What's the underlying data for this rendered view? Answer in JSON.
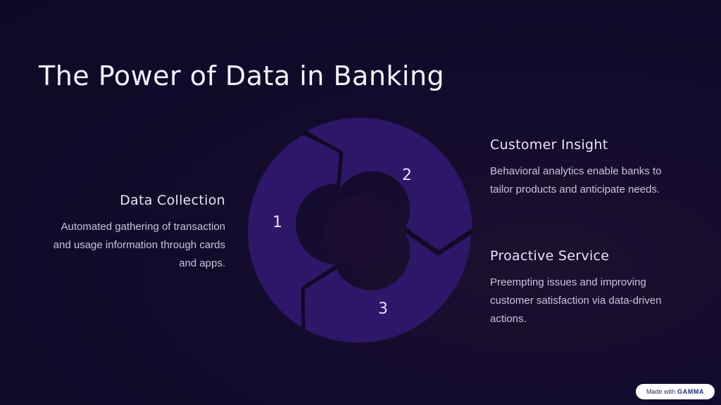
{
  "title": "The Power of Data in Banking",
  "steps": [
    {
      "number": "1",
      "heading": "Data Collection",
      "body": "Automated gathering of transaction and usage information through cards and apps."
    },
    {
      "number": "2",
      "heading": "Customer Insight",
      "body": "Behavioral analytics enable banks to tailor products and anticipate needs."
    },
    {
      "number": "3",
      "heading": "Proactive Service",
      "body": "Preempting issues and improving customer satisfaction via data-driven actions."
    }
  ],
  "badge": {
    "prefix": "Made with",
    "brand": "GAMMA"
  },
  "colors": {
    "segment": "#2e1768",
    "gap": "#0f0a26",
    "background": "#110b2b"
  }
}
